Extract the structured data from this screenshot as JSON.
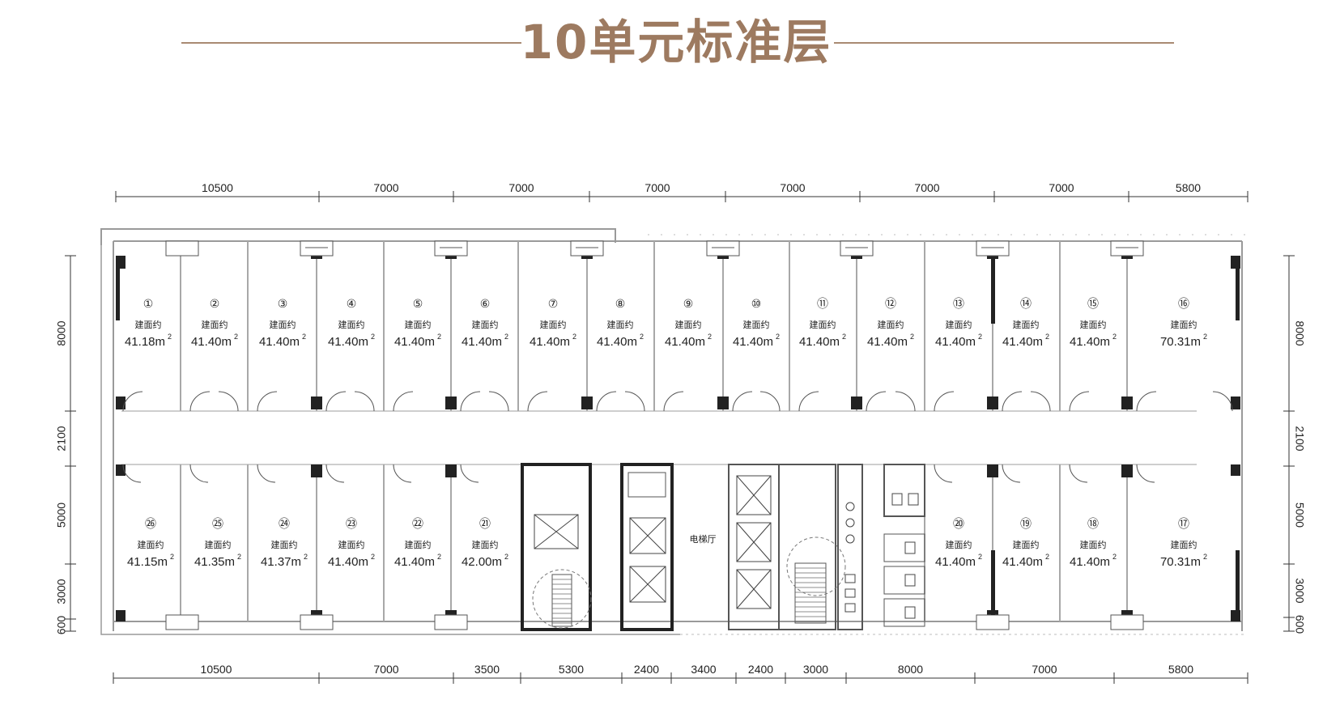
{
  "title": "10单元标准层",
  "area_label": "建面约",
  "area_unit": "m",
  "area_unit_sup": "2",
  "lift_hall": "电梯厅",
  "units_top": [
    {
      "no": "①",
      "area": "41.18"
    },
    {
      "no": "②",
      "area": "41.40"
    },
    {
      "no": "③",
      "area": "41.40"
    },
    {
      "no": "④",
      "area": "41.40"
    },
    {
      "no": "⑤",
      "area": "41.40"
    },
    {
      "no": "⑥",
      "area": "41.40"
    },
    {
      "no": "⑦",
      "area": "41.40"
    },
    {
      "no": "⑧",
      "area": "41.40"
    },
    {
      "no": "⑨",
      "area": "41.40"
    },
    {
      "no": "⑩",
      "area": "41.40"
    },
    {
      "no": "⑪",
      "area": "41.40"
    },
    {
      "no": "⑫",
      "area": "41.40"
    },
    {
      "no": "⑬",
      "area": "41.40"
    },
    {
      "no": "⑭",
      "area": "41.40"
    },
    {
      "no": "⑮",
      "area": "41.40"
    },
    {
      "no": "⑯",
      "area": "70.31"
    }
  ],
  "units_bottom": [
    {
      "no": "㉖",
      "area": "41.15"
    },
    {
      "no": "㉕",
      "area": "41.35"
    },
    {
      "no": "㉔",
      "area": "41.37"
    },
    {
      "no": "㉓",
      "area": "41.40"
    },
    {
      "no": "㉒",
      "area": "41.40"
    },
    {
      "no": "㉑",
      "area": "42.00"
    },
    {
      "no": "⑳",
      "area": "41.40"
    },
    {
      "no": "⑲",
      "area": "41.40"
    },
    {
      "no": "⑱",
      "area": "41.40"
    },
    {
      "no": "⑰",
      "area": "70.31"
    }
  ],
  "dims_top": [
    "10500",
    "7000",
    "7000",
    "7000",
    "7000",
    "7000",
    "7000",
    "5800"
  ],
  "dims_bottom": [
    "10500",
    "7000",
    "3500",
    "5300",
    "2400",
    "3400",
    "2400",
    "3000",
    "8000",
    "7000",
    "5800"
  ],
  "dims_left": [
    "8000",
    "2100",
    "5000",
    "3000",
    "600"
  ],
  "dims_right": [
    "8000",
    "2100",
    "5000",
    "3000",
    "600"
  ]
}
